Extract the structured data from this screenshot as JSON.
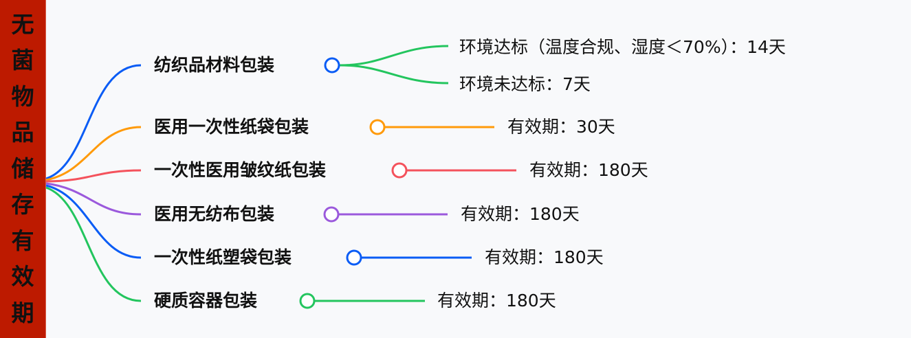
{
  "root": {
    "title": "无菌物品储存有效期",
    "chars": [
      "无",
      "菌",
      "物",
      "品",
      "储",
      "存",
      "有",
      "效",
      "期"
    ],
    "color": "#bd1a00"
  },
  "branches": [
    {
      "label": "纺织品材料包装",
      "color": "#0a5cf5",
      "link_color": "#23c55e",
      "leaves": [
        {
          "label": "环境达标（温度合规、湿度＜70%）：14天"
        },
        {
          "label": "环境未达标：7天"
        }
      ]
    },
    {
      "label": "医用一次性纸袋包装",
      "color": "#ff9a0a",
      "leaves": [
        {
          "label": "有效期：30天"
        }
      ]
    },
    {
      "label": "一次性医用皱纹纸包装",
      "color": "#f4525c",
      "leaves": [
        {
          "label": "有效期：180天"
        }
      ]
    },
    {
      "label": "医用无纺布包装",
      "color": "#9b59dc",
      "leaves": [
        {
          "label": "有效期：180天"
        }
      ]
    },
    {
      "label": "一次性纸塑袋包装",
      "color": "#0a5cf5",
      "leaves": [
        {
          "label": "有效期：180天"
        }
      ]
    },
    {
      "label": "硬质容器包装",
      "color": "#23c55e",
      "leaves": [
        {
          "label": "有效期：180天"
        }
      ]
    }
  ]
}
